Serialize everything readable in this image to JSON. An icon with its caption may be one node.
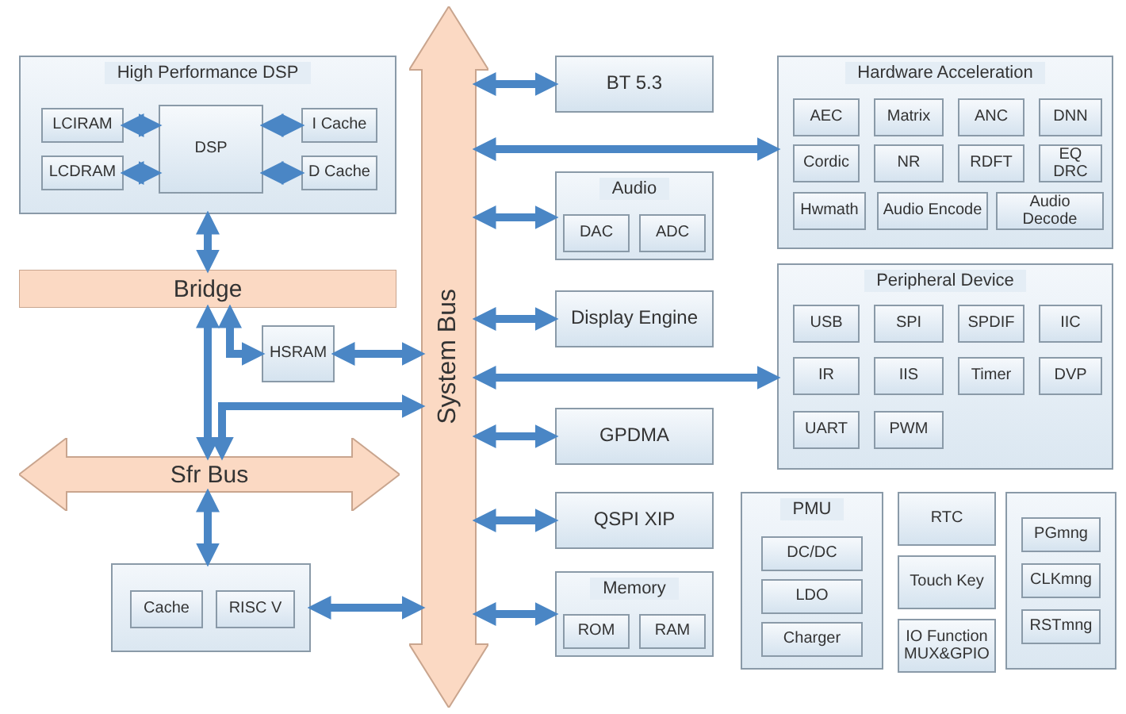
{
  "diagram": {
    "nodes": [
      {
        "text": [
          "High Performance DSP"
        ]
      },
      {
        "text": [
          "LCIRAM"
        ],
        "in": 0
      },
      {
        "text": [
          "DSP"
        ],
        "in": 0
      },
      {
        "text": [
          "I Cache"
        ],
        "in": 0
      },
      {
        "text": [
          "LCDRAM"
        ],
        "in": 0
      },
      {
        "text": [
          "D Cache"
        ],
        "in": 0
      },
      {
        "text": [
          "System Bus"
        ]
      },
      {
        "text": [
          "BT 5.3"
        ]
      },
      {
        "text": [
          "Hardware Acceleration"
        ]
      },
      {
        "text": [
          "AEC"
        ],
        "in": 8
      },
      {
        "text": [
          "Matrix"
        ],
        "in": 8
      },
      {
        "text": [
          "ANC"
        ],
        "in": 8
      },
      {
        "text": [
          "DNN"
        ],
        "in": 8
      },
      {
        "text": [
          "Cordic"
        ],
        "in": 8
      },
      {
        "text": [
          "NR"
        ],
        "in": 8
      },
      {
        "text": [
          "RDFT"
        ],
        "in": 8
      },
      {
        "text": [
          "EQ DRC"
        ],
        "in": 8
      },
      {
        "text": [
          "Hwmath"
        ],
        "in": 8
      },
      {
        "text": [
          "Audio Encode"
        ],
        "in": 8
      },
      {
        "text": [
          "Audio Decode"
        ],
        "in": 8
      },
      {
        "text": [
          "Audio"
        ]
      },
      {
        "text": [
          "DAC"
        ],
        "in": 20
      },
      {
        "text": [
          "ADC"
        ],
        "in": 20
      },
      {
        "text": [
          "Bridge"
        ]
      },
      {
        "text": [
          "HSRAM"
        ]
      },
      {
        "text": [
          "Display Engine"
        ]
      },
      {
        "text": [
          "Peripheral Device"
        ]
      },
      {
        "text": [
          "USB"
        ],
        "in": 26
      },
      {
        "text": [
          "SPI"
        ],
        "in": 26
      },
      {
        "text": [
          "SPDIF"
        ],
        "in": 26
      },
      {
        "text": [
          "IIC"
        ],
        "in": 26
      },
      {
        "text": [
          "IR"
        ],
        "in": 26
      },
      {
        "text": [
          "IIS"
        ],
        "in": 26
      },
      {
        "text": [
          "Timer"
        ],
        "in": 26
      },
      {
        "text": [
          "DVP"
        ],
        "in": 26
      },
      {
        "text": [
          "UART"
        ],
        "in": 26
      },
      {
        "text": [
          "PWM"
        ],
        "in": 26
      },
      {
        "text": [
          "Sfr Bus"
        ]
      },
      {
        "text": [
          "GPDMA"
        ]
      },
      {
        "text": [
          "QSPI XIP"
        ]
      },
      {
        "text": [
          "PMU"
        ]
      },
      {
        "text": [
          "DC/DC"
        ],
        "in": 40
      },
      {
        "text": [
          "LDO"
        ],
        "in": 40
      },
      {
        "text": [
          "Charger"
        ],
        "in": 40
      },
      {
        "text": [
          "RTC"
        ]
      },
      {
        "text": [
          "Touch Key"
        ]
      },
      {
        "text": [
          "IO Function MUX&GPIO"
        ]
      },
      {
        "text": [],
        "shape": "box"
      },
      {
        "text": [
          "PGmng"
        ],
        "in": 47
      },
      {
        "text": [
          "CLKmng"
        ],
        "in": 47
      },
      {
        "text": [
          "RSTmng"
        ],
        "in": 47
      },
      {
        "text": [
          "Memory"
        ]
      },
      {
        "text": [
          "ROM"
        ],
        "in": 51
      },
      {
        "text": [
          "RAM"
        ],
        "in": 51
      },
      {
        "text": [],
        "shape": "box"
      },
      {
        "text": [
          "Cache"
        ],
        "in": 54
      },
      {
        "text": [
          "RISC V"
        ],
        "in": 54
      }
    ],
    "edges": [
      {
        "from": 1,
        "to": 2,
        "arrow": "both"
      },
      {
        "from": 4,
        "to": 2,
        "arrow": "both"
      },
      {
        "from": 2,
        "to": 3,
        "arrow": "both"
      },
      {
        "from": 2,
        "to": 5,
        "arrow": "both"
      },
      {
        "from": 0,
        "to": 23,
        "arrow": "both"
      },
      {
        "from": 23,
        "to": 37,
        "arrow": "both"
      },
      {
        "from": 23,
        "to": 24,
        "arrow": "both"
      },
      {
        "from": 24,
        "to": 6,
        "arrow": "both"
      },
      {
        "from": 37,
        "to": 6,
        "arrow": "both"
      },
      {
        "from": 37,
        "to": 54,
        "arrow": "both"
      },
      {
        "from": 54,
        "to": 6,
        "arrow": "both"
      },
      {
        "from": 6,
        "to": 7,
        "arrow": "both"
      },
      {
        "from": 6,
        "to": 8,
        "arrow": "both"
      },
      {
        "from": 6,
        "to": 20,
        "arrow": "both"
      },
      {
        "from": 6,
        "to": 25,
        "arrow": "both"
      },
      {
        "from": 6,
        "to": 26,
        "arrow": "both"
      },
      {
        "from": 6,
        "to": 38,
        "arrow": "both"
      },
      {
        "from": 6,
        "to": 39,
        "arrow": "both"
      },
      {
        "from": 6,
        "to": 51,
        "arrow": "both"
      }
    ]
  }
}
